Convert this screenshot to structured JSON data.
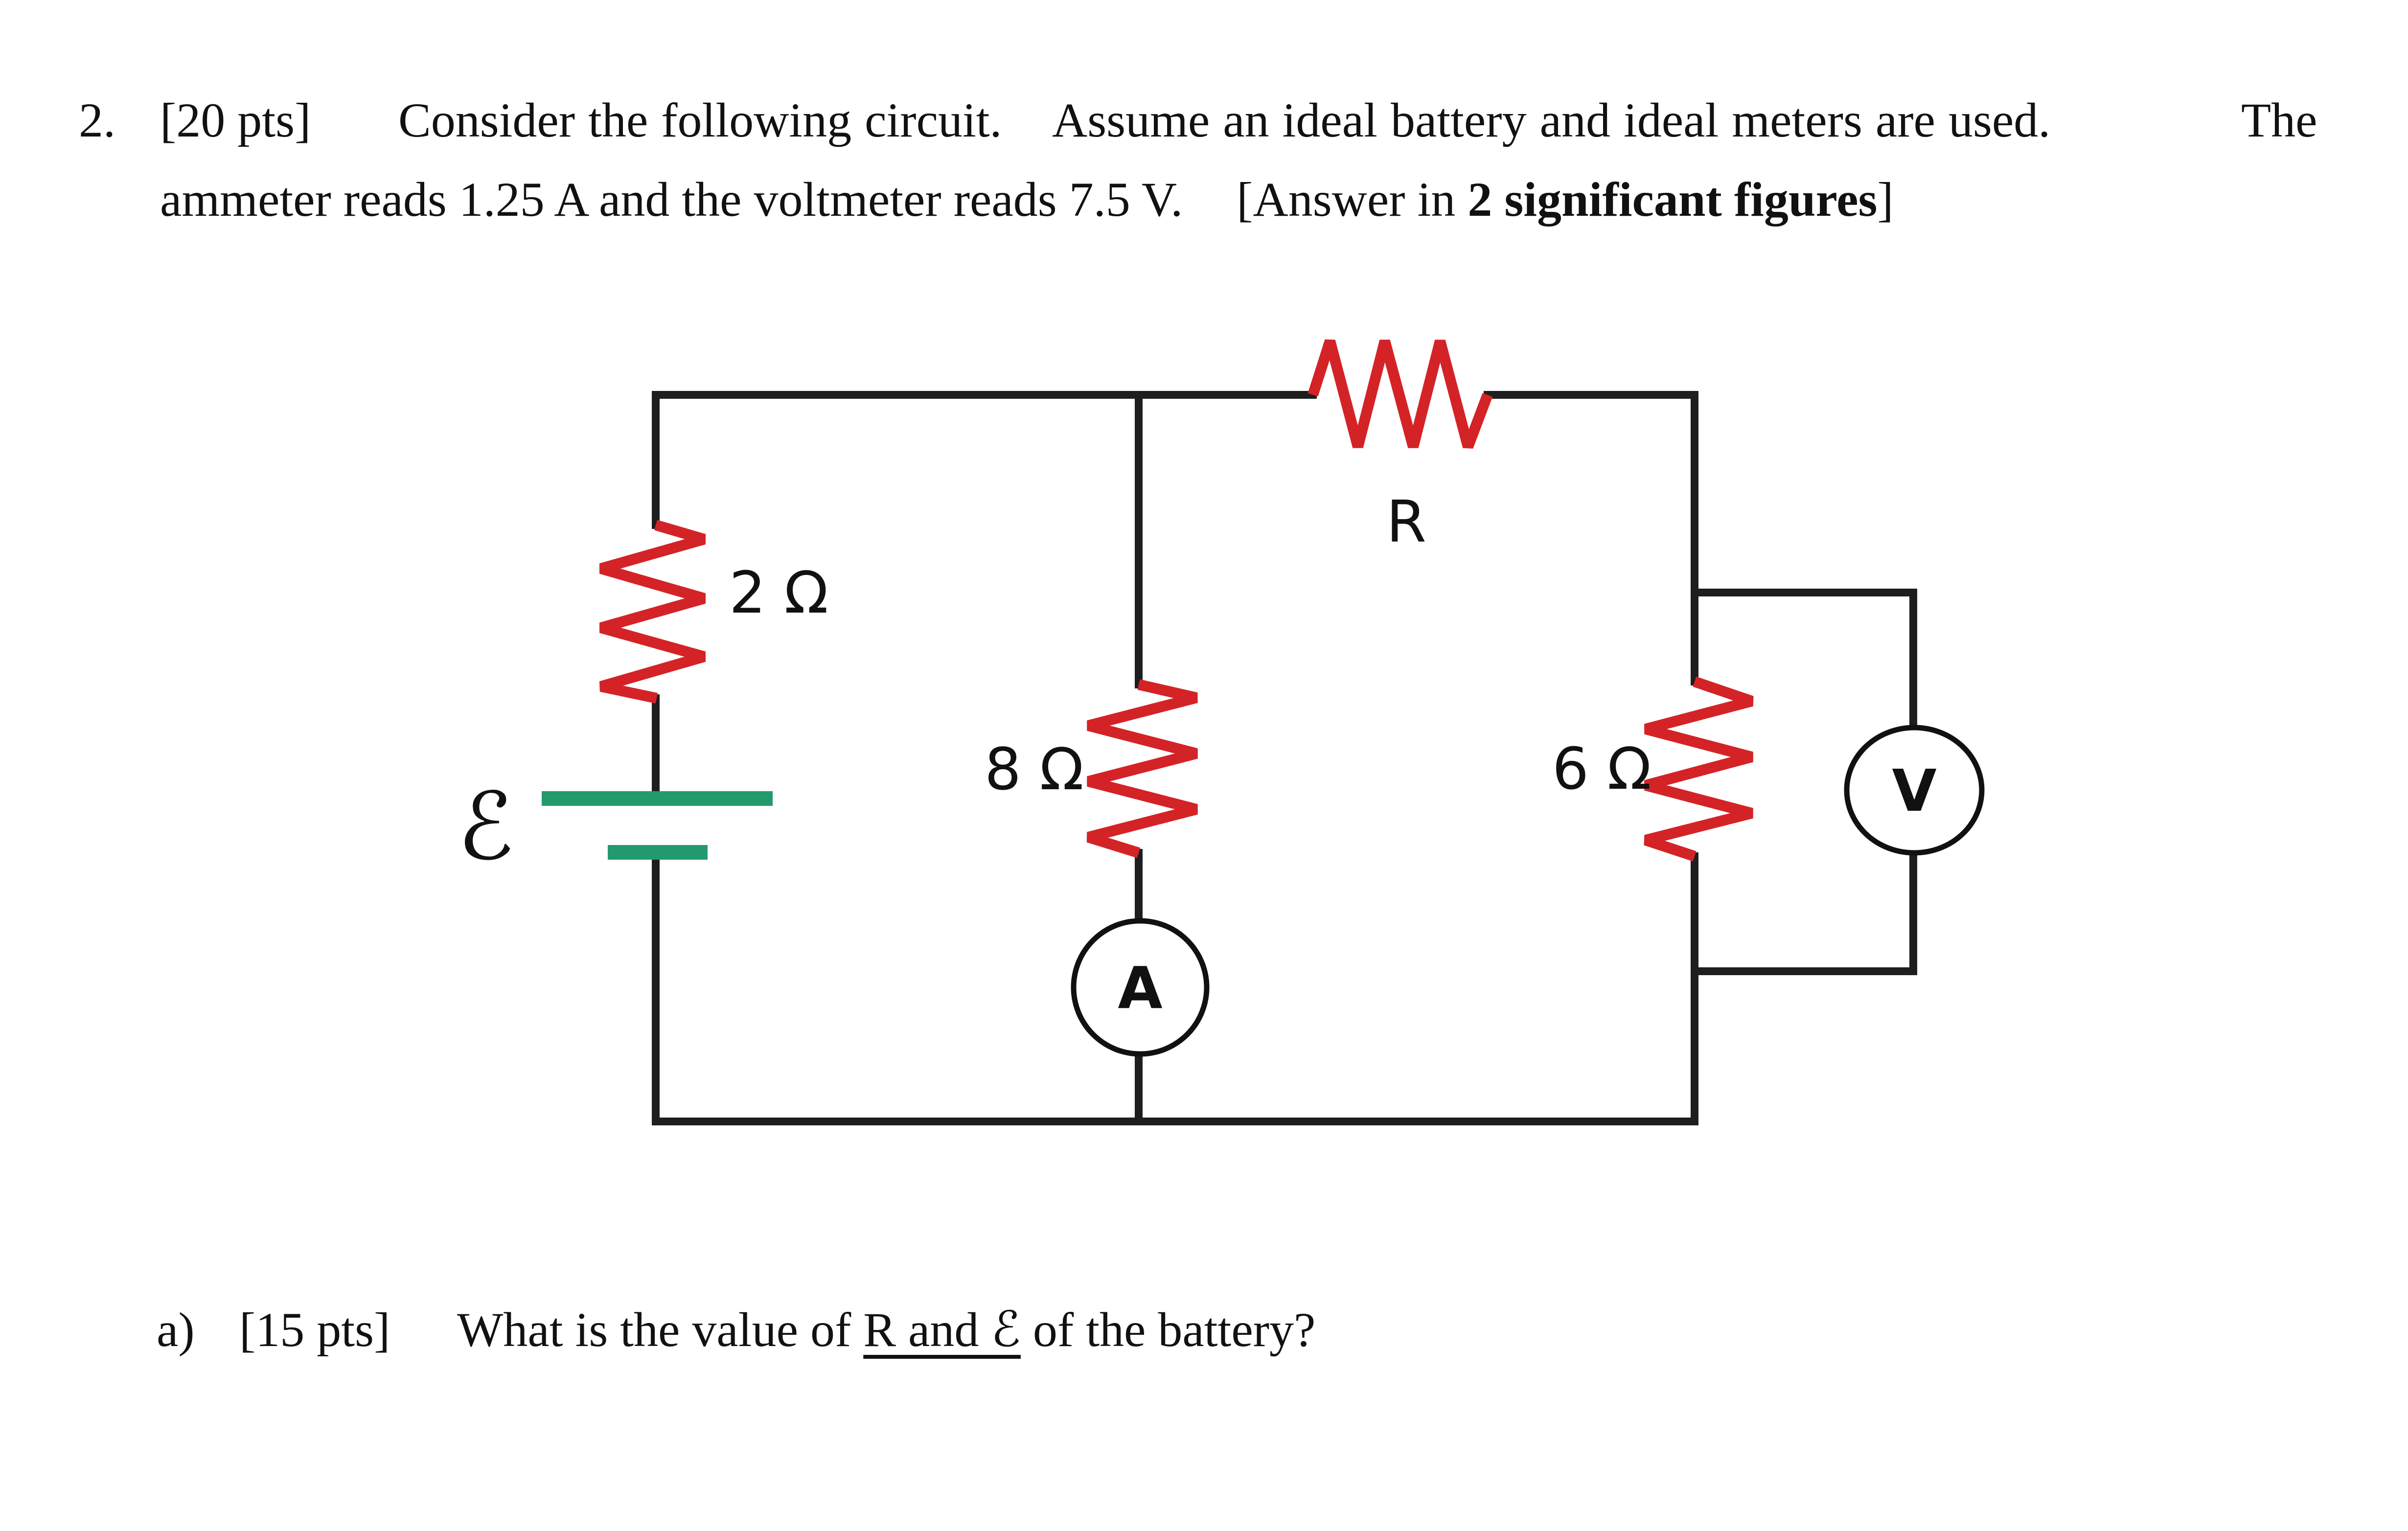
{
  "problem": {
    "number": "2.",
    "points": "[20 pts]",
    "line1_text": "Consider the following circuit.    Assume an ideal battery and ideal meters are used.",
    "line1_tail": "The",
    "line2_text": "ammeter reads 1.25 A and the voltmeter reads 7.5 V.",
    "line2_hint_open": "[Answer in ",
    "line2_hint_bold": "2 significant figures",
    "line2_hint_close": "]"
  },
  "circuit": {
    "emf_symbol": "ℰ",
    "battery_colors": {
      "plate": "#229a6e"
    },
    "resistor_color": "#d42326",
    "wire_color": "#1e1e1e",
    "resistors": [
      {
        "id": "r-left",
        "label": "2 Ω",
        "value_ohms": 2
      },
      {
        "id": "r-middle",
        "label": "8 Ω",
        "value_ohms": 8
      },
      {
        "id": "r-top",
        "label": "R",
        "value_ohms": null
      },
      {
        "id": "r-right",
        "label": "6 Ω",
        "value_ohms": 6
      }
    ],
    "ammeter": {
      "label": "A",
      "reading": "1.25 A"
    },
    "voltmeter": {
      "label": "V",
      "reading": "7.5 V"
    }
  },
  "question_a": {
    "label": "a)",
    "points": "[15 pts]",
    "text_before": "What is the value of ",
    "text_underlined": "R and ℰ",
    "text_after": " of the battery?"
  }
}
